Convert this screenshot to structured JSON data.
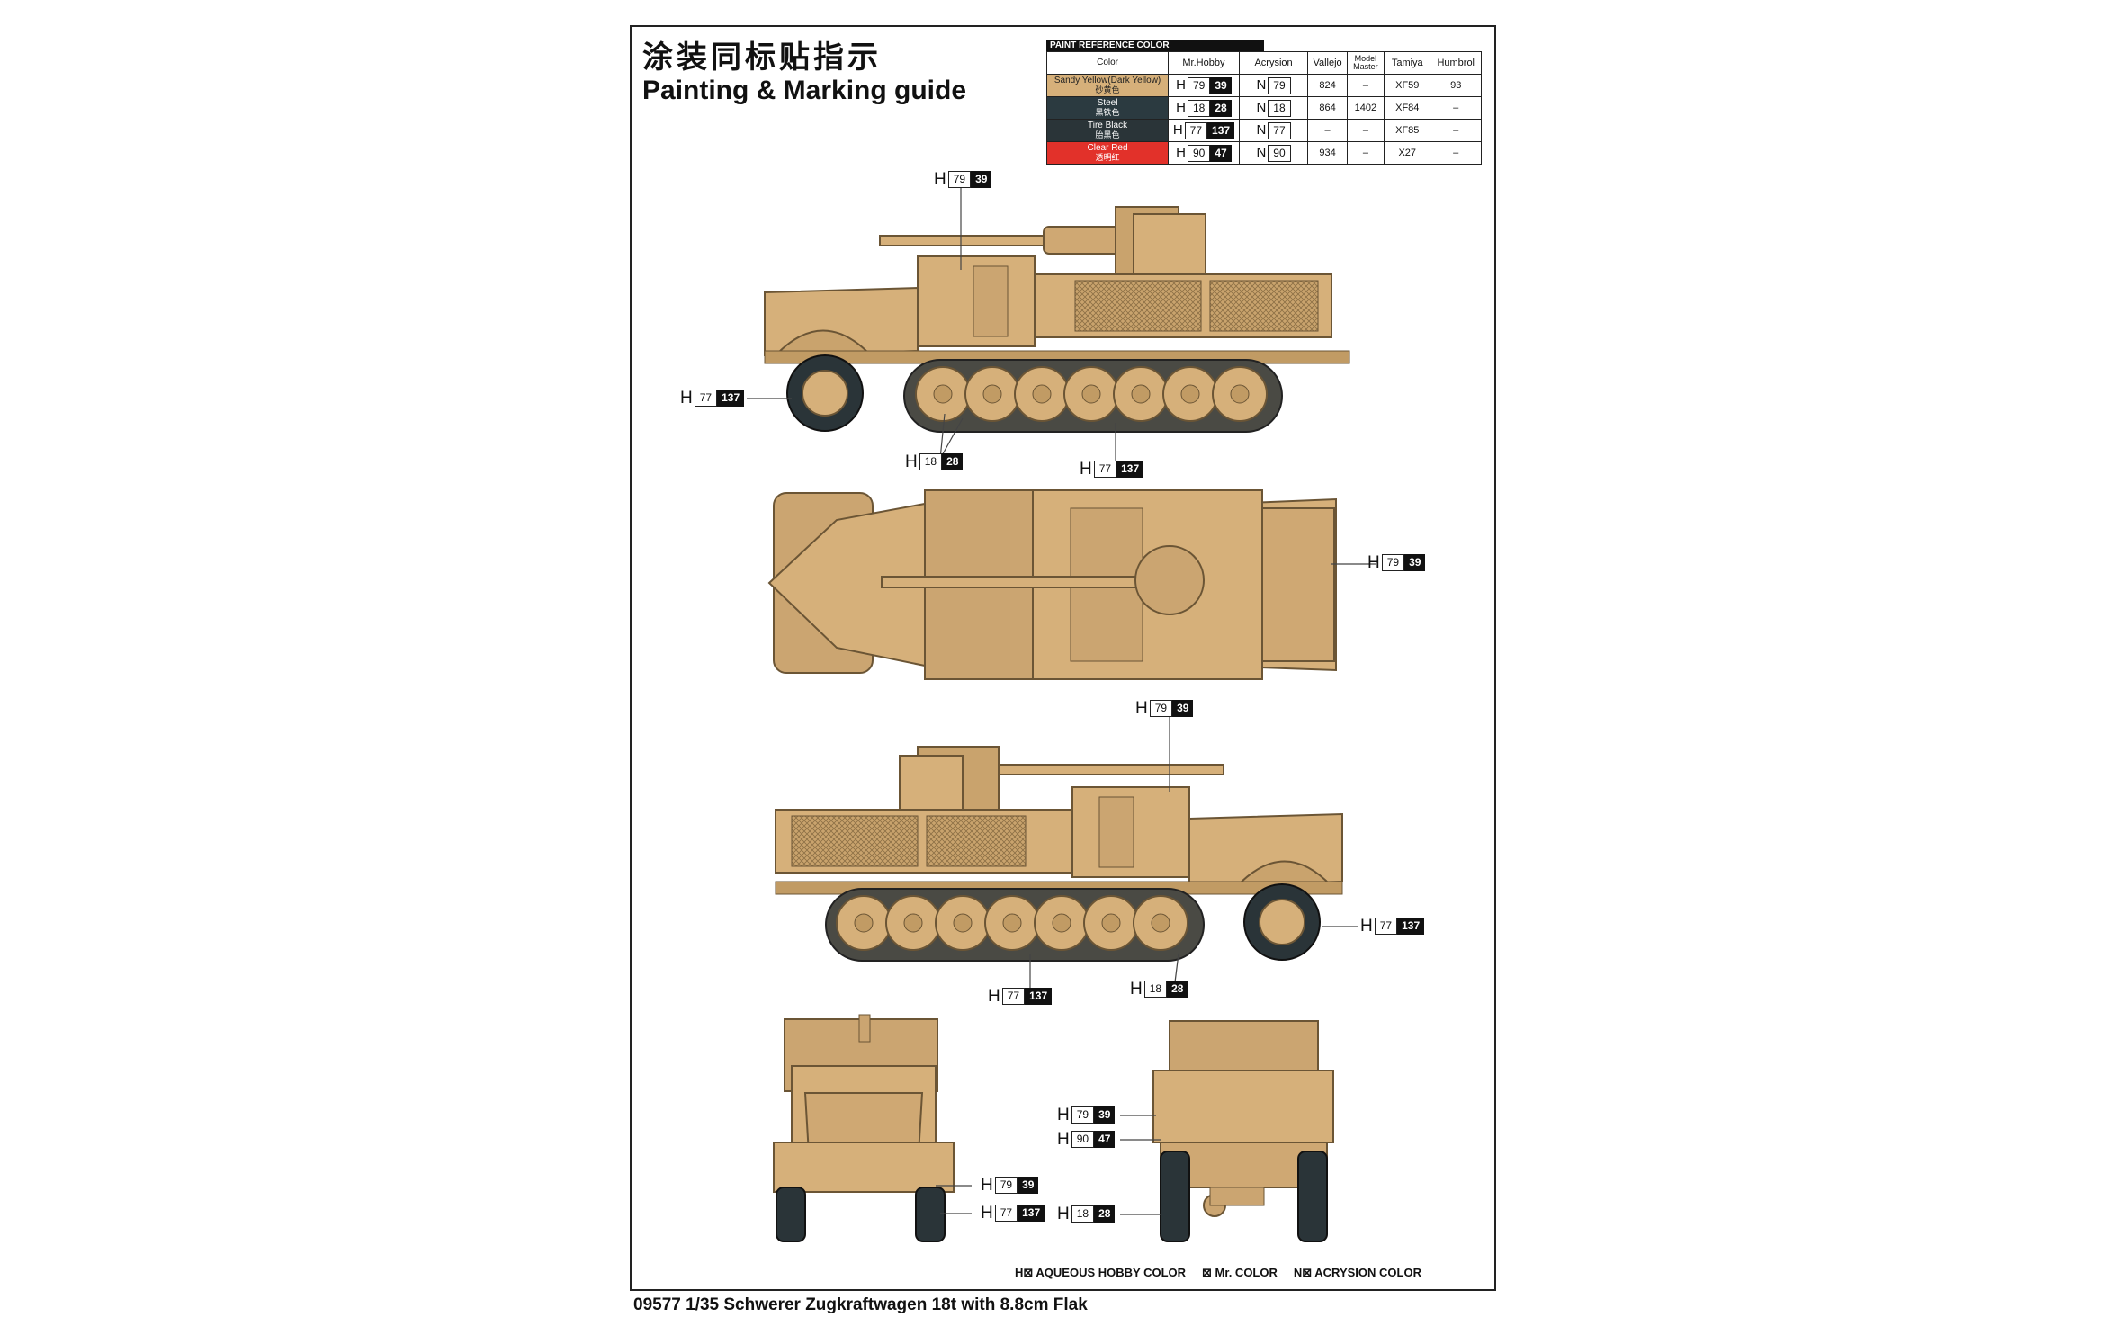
{
  "title_cn": "涂装同标贴指示",
  "title_en": "Painting & Marking guide",
  "footer": "09577 1/35 Schwerer Zugkraftwagen 18t with 8.8cm Flak",
  "paint_table": {
    "header": "PAINT REFERENCE COLOR",
    "columns": [
      "Color",
      "Mr.Hobby",
      "Acrysion",
      "Vallejo",
      "Model Master",
      "Tamiya",
      "Humbrol"
    ],
    "rows": [
      {
        "name": "Sandy Yellow(Dark Yellow)",
        "name_cn": "砂黄色",
        "swatch": "#d6b07a",
        "mrhobby_pre": "H",
        "mrhobby_a": "79",
        "mrhobby_b": "39",
        "acrysion_pre": "N",
        "acrysion": "79",
        "vallejo": "824",
        "modelmaster": "–",
        "tamiya": "XF59",
        "humbrol": "93"
      },
      {
        "name": "Steel",
        "name_cn": "黑铁色",
        "swatch": "#2b3a40",
        "mrhobby_pre": "H",
        "mrhobby_a": "18",
        "mrhobby_b": "28",
        "acrysion_pre": "N",
        "acrysion": "18",
        "vallejo": "864",
        "modelmaster": "1402",
        "tamiya": "XF84",
        "humbrol": "–"
      },
      {
        "name": "Tire Black",
        "name_cn": "胎黑色",
        "swatch": "#2a3438",
        "mrhobby_pre": "H",
        "mrhobby_a": "77",
        "mrhobby_b": "137",
        "acrysion_pre": "N",
        "acrysion": "77",
        "vallejo": "–",
        "modelmaster": "–",
        "tamiya": "XF85",
        "humbrol": "–"
      },
      {
        "name": "Clear Red",
        "name_cn": "透明红",
        "swatch": "#e2312a",
        "mrhobby_pre": "H",
        "mrhobby_a": "90",
        "mrhobby_b": "47",
        "acrysion_pre": "N",
        "acrysion": "90",
        "vallejo": "934",
        "modelmaster": "–",
        "tamiya": "X27",
        "humbrol": "–"
      }
    ]
  },
  "callouts": {
    "side1_top": {
      "pre": "H",
      "a": "79",
      "b": "39"
    },
    "side1_wheel": {
      "pre": "H",
      "a": "77",
      "b": "137"
    },
    "side1_track": {
      "pre": "H",
      "a": "18",
      "b": "28"
    },
    "side1_tire": {
      "pre": "H",
      "a": "77",
      "b": "137"
    },
    "top_body": {
      "pre": "H",
      "a": "79",
      "b": "39"
    },
    "side2_top": {
      "pre": "H",
      "a": "79",
      "b": "39"
    },
    "side2_wheel": {
      "pre": "H",
      "a": "77",
      "b": "137"
    },
    "side2_tire": {
      "pre": "H",
      "a": "77",
      "b": "137"
    },
    "side2_track": {
      "pre": "H",
      "a": "18",
      "b": "28"
    },
    "front_body": {
      "pre": "H",
      "a": "79",
      "b": "39"
    },
    "front_tire": {
      "pre": "H",
      "a": "77",
      "b": "137"
    },
    "rear_body": {
      "pre": "H",
      "a": "79",
      "b": "39"
    },
    "rear_light": {
      "pre": "H",
      "a": "90",
      "b": "47"
    },
    "rear_track": {
      "pre": "H",
      "a": "18",
      "b": "28"
    }
  },
  "legend": {
    "aqueous": "H⊠ AQUEOUS HOBBY COLOR",
    "mrcolor": "⊠ Mr. COLOR",
    "acrysion": "N⊠ ACRYSION COLOR"
  },
  "colors": {
    "sand": "#d6b07a",
    "sand_dark": "#b8945f",
    "tire": "#2a3438",
    "track": "#4a4a44"
  }
}
